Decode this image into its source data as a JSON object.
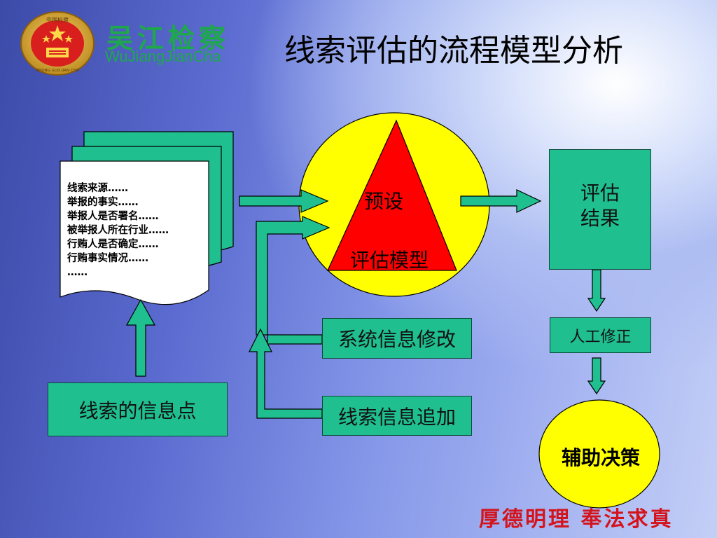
{
  "header": {
    "logo": {
      "name_cn": "吴江检察",
      "name_en": "WuJiangJianCha",
      "emblem_top_text": "中国检察",
      "emblem_bottom_text": "ZHONG GUO JIAN CHA"
    },
    "title": "线索评估的流程模型分析"
  },
  "diagram": {
    "document_lines": [
      "线索来源……",
      "举报的事实……",
      "举报人是否署名……",
      "被举报人所在行业……",
      "行贿人是否确定……",
      "行贿事实情况……",
      "……"
    ],
    "info_points": "线索的信息点",
    "model_label_top": "预设",
    "model_label_bottom": "评估模型",
    "system_modify": "系统信息修改",
    "info_append": "线索信息追加",
    "result_line1": "评估",
    "result_line2": "结果",
    "manual_correction": "人工修正",
    "decision": "辅助决策"
  },
  "footer": {
    "motto": "厚德明理  奉法求真"
  },
  "colors": {
    "box_green": "#1fbf8f",
    "circle_yellow": "#ffff00",
    "triangle_red": "#ff0000",
    "logo_green": "#1ea84c",
    "motto_red": "#d4141c"
  }
}
